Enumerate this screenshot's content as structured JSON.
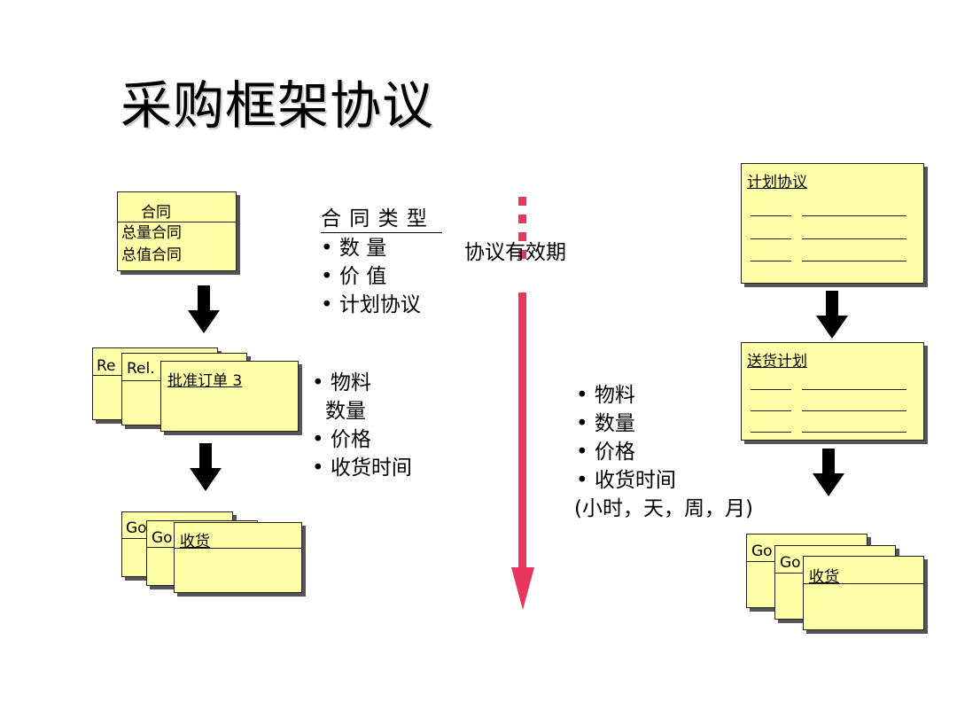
{
  "title": "采购框架协议",
  "left": {
    "contract_box": {
      "header": "合同",
      "items": [
        "总量合同",
        "总值合同"
      ]
    },
    "release_boxes": {
      "back1": "Re",
      "back2": "Rel.",
      "front": "批准订单 3"
    },
    "release_bullets": [
      "• 物料",
      "数量",
      "• 价格",
      "• 收货时间"
    ],
    "goods_boxes": {
      "back1": "Go",
      "back2": "Go",
      "front": "收货"
    }
  },
  "middle": {
    "contract_types_heading": "合 同 类 型",
    "contract_types": [
      "• 数 量",
      "• 价 值",
      "• 计划协议"
    ],
    "validity_label": "协议有效期",
    "validity_color": "#e8365f"
  },
  "right": {
    "schedule_box": {
      "header": "计划协议"
    },
    "delivery_box": {
      "header": "送货计划"
    },
    "bullets": [
      "• 物料",
      "• 数量",
      "• 价格",
      "• 收货时间",
      "(小时，天，周，月)"
    ],
    "goods_boxes": {
      "back1": "Go",
      "back2": "Go",
      "front": "收货"
    }
  },
  "colors": {
    "box_fill": "#ffffa8",
    "arrow": "#000000"
  }
}
